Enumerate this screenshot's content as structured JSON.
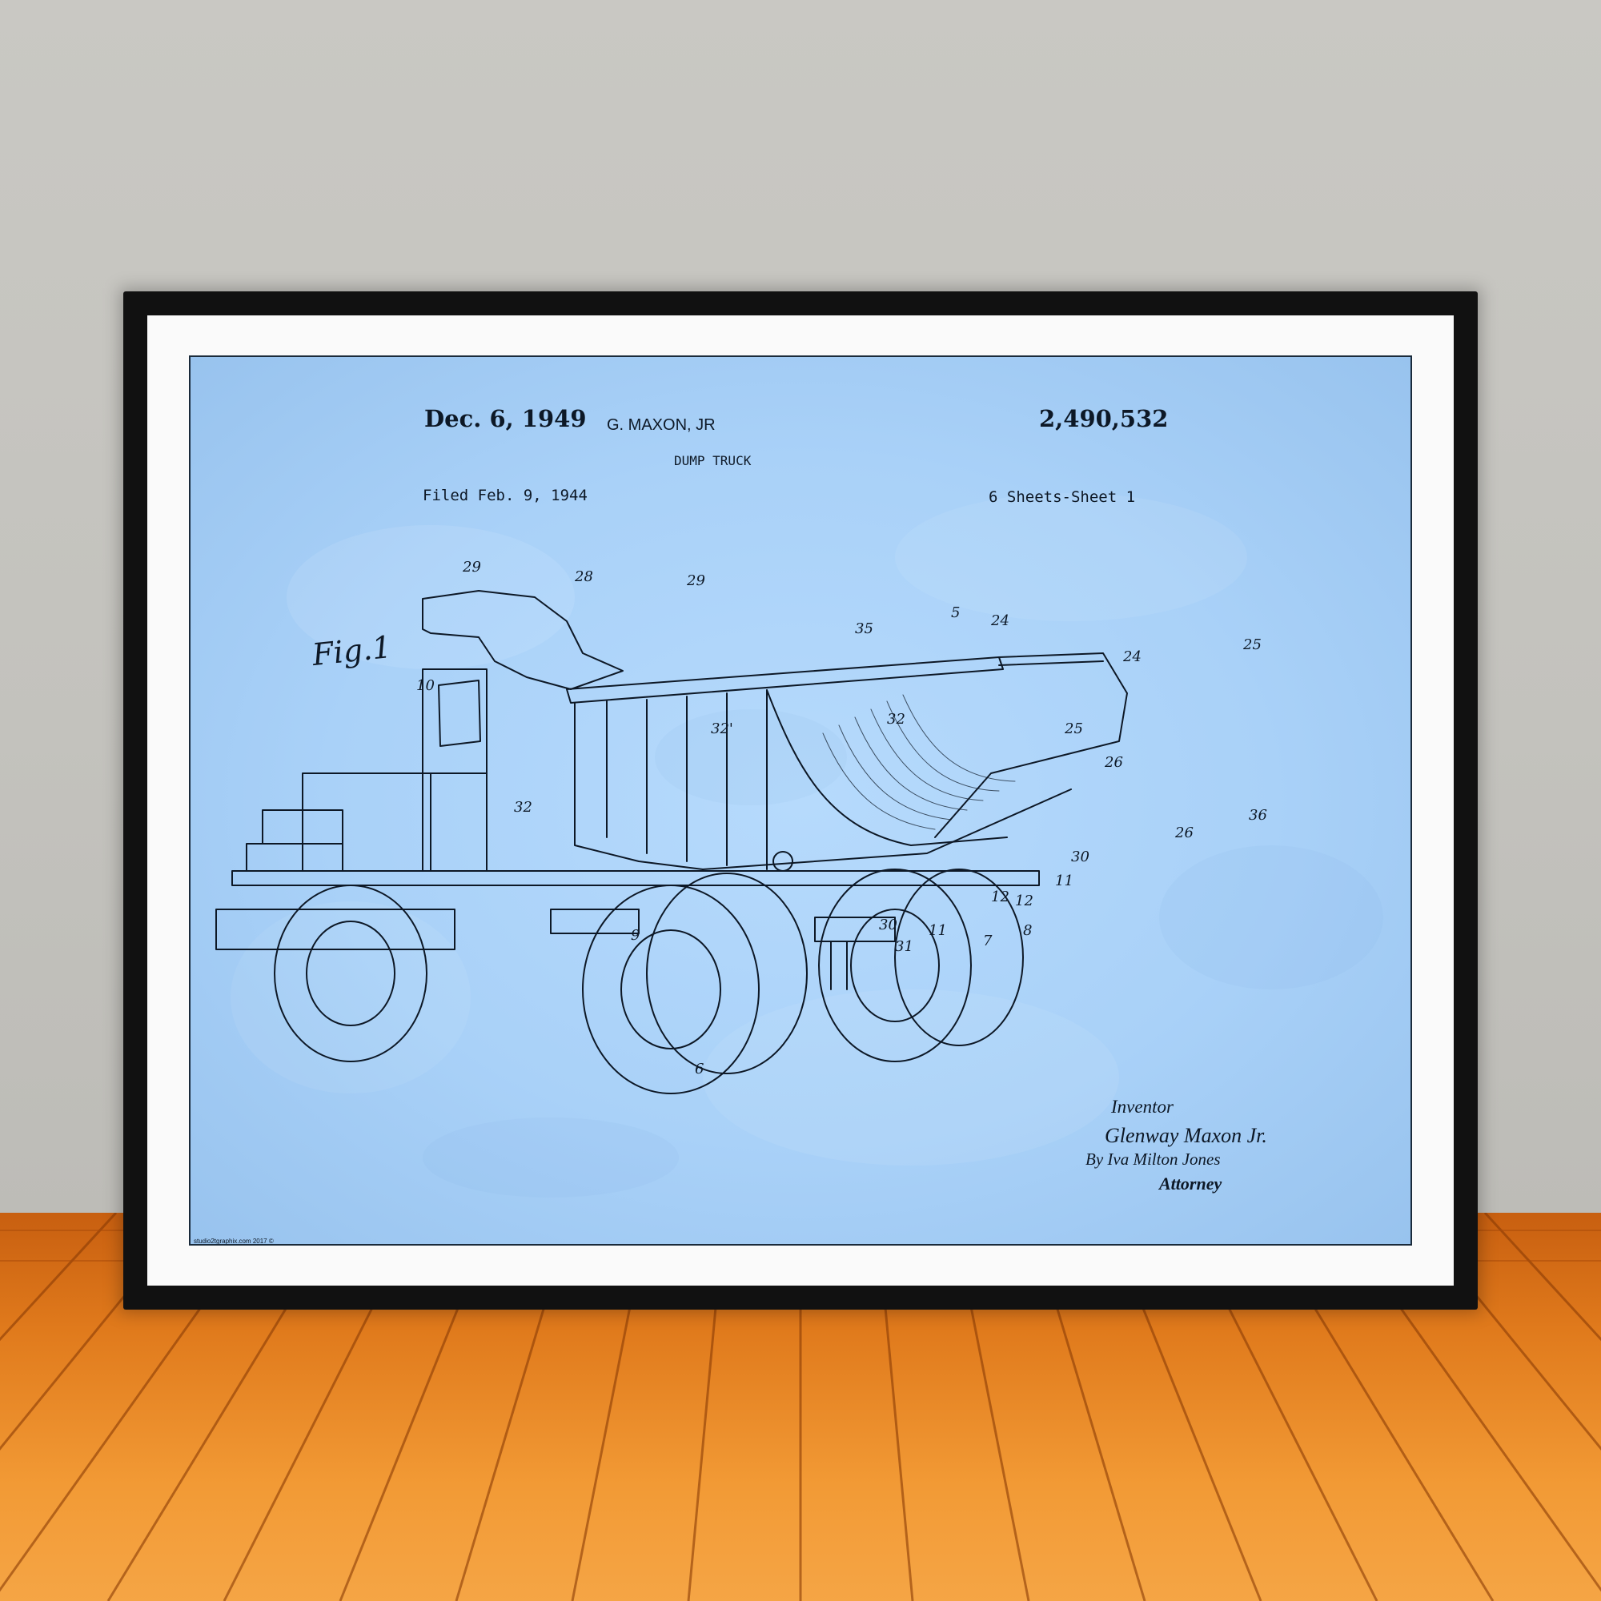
{
  "patent": {
    "date": "Dec. 6, 1949",
    "inventor": "G. MAXON, JR",
    "number": "2,490,532",
    "title": "DUMP TRUCK",
    "filed": "Filed Feb. 9, 1944",
    "sheets": "6 Sheets-Sheet 1",
    "figure_label": "Fig.1",
    "credit": "studio2tgraphix.com 2017 ©"
  },
  "signature": {
    "line1": "Inventor",
    "line2": "Glenway Maxon Jr.",
    "line3": "By Iva Milton Jones",
    "line4": "Attorney"
  },
  "reference_numerals": [
    "29",
    "28",
    "29",
    "5",
    "35",
    "24",
    "24",
    "25",
    "10",
    "32'",
    "32",
    "25",
    "26",
    "32",
    "36",
    "26",
    "30",
    "11",
    "12",
    "12",
    "9",
    "30",
    "31",
    "11",
    "7",
    "8",
    "6"
  ],
  "colors": {
    "wall": "#c6c5c0",
    "floor": "#e8861f",
    "frame": "#111111",
    "mat": "#fafafa",
    "blueprint": "#a9d1f8",
    "ink": "#0d1826"
  }
}
